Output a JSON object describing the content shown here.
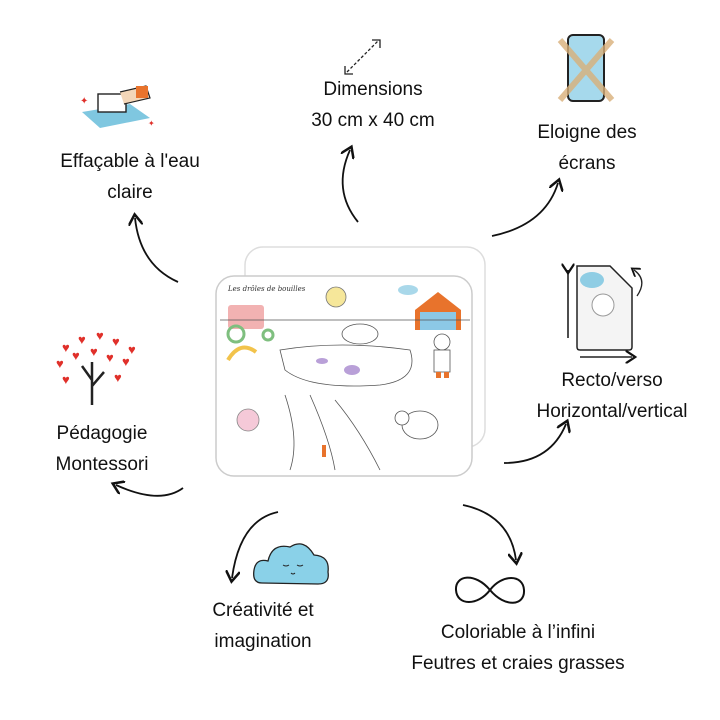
{
  "features": {
    "erasable": {
      "line1": "Effaçable à l'eau",
      "line2": "claire",
      "icon": "eraser-water-icon"
    },
    "dimensions": {
      "line1": "Dimensions",
      "line2": "30 cm x 40 cm",
      "icon": "resize-arrow-icon"
    },
    "screens": {
      "line1": "Eloigne des",
      "line2": "écrans",
      "icon": "crossed-phone-icon"
    },
    "reversible": {
      "line1": "Recto/verso",
      "line2": "Horizontal/vertical",
      "icon": "reversible-sheet-icon"
    },
    "montessori": {
      "line1": "Pédagogie",
      "line2": "Montessori",
      "icon": "heart-tree-icon"
    },
    "creativity": {
      "line1": "Créativité et",
      "line2": "imagination",
      "icon": "cloud-icon"
    },
    "infinite": {
      "line1": "Coloriable à l’infini",
      "line2": "Feutres et craies grasses",
      "icon": "infinity-icon"
    }
  },
  "product": {
    "title": "Les drôles de bouilles"
  },
  "colors": {
    "text": "#111111",
    "accent_orange": "#e8732c",
    "accent_blue": "#7fc7e0",
    "heart_red": "#e0302a"
  }
}
